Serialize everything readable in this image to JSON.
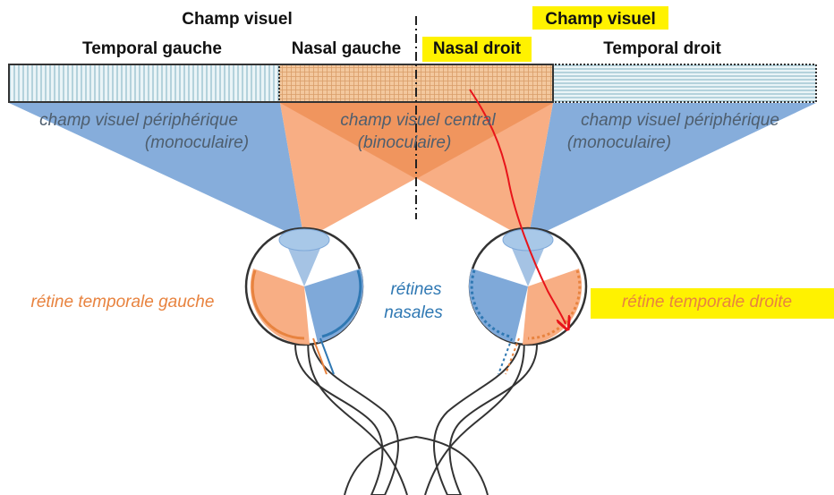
{
  "colors": {
    "orange": "#f7a577",
    "orange_dark": "#ee8f55",
    "blue": "#7fa9d9",
    "blue_dark": "#5b8fcc",
    "highlight": "#fff200",
    "annotation": "#e8141a",
    "outline": "#333333"
  },
  "labels": {
    "champ_visuel_left": "Champ visuel",
    "champ_visuel_right": "Champ visuel",
    "temporal_gauche": "Temporal gauche",
    "nasal_gauche": "Nasal gauche",
    "nasal_droit": "Nasal droit",
    "temporal_droit": "Temporal droit",
    "peripherique_left_1": "champ visuel périphérique",
    "peripherique_left_2": "(monoculaire)",
    "central_1": "champ visuel central",
    "central_2": "(binoculaire)",
    "peripherique_right_1": "champ visuel périphérique",
    "peripherique_right_2": "(monoculaire)",
    "retine_temporale_gauche": "rétine temporale gauche",
    "retines_1": "rétines",
    "retines_2": "nasales",
    "retine_temporale_droite": "rétine temporale droite"
  },
  "highlighted": [
    "champ_visuel_right",
    "nasal_droit",
    "retine_temporale_droite"
  ],
  "icons": [
    "left-eye-icon",
    "right-eye-icon",
    "optic-chiasm-icon",
    "annotation-arrow-icon"
  ]
}
